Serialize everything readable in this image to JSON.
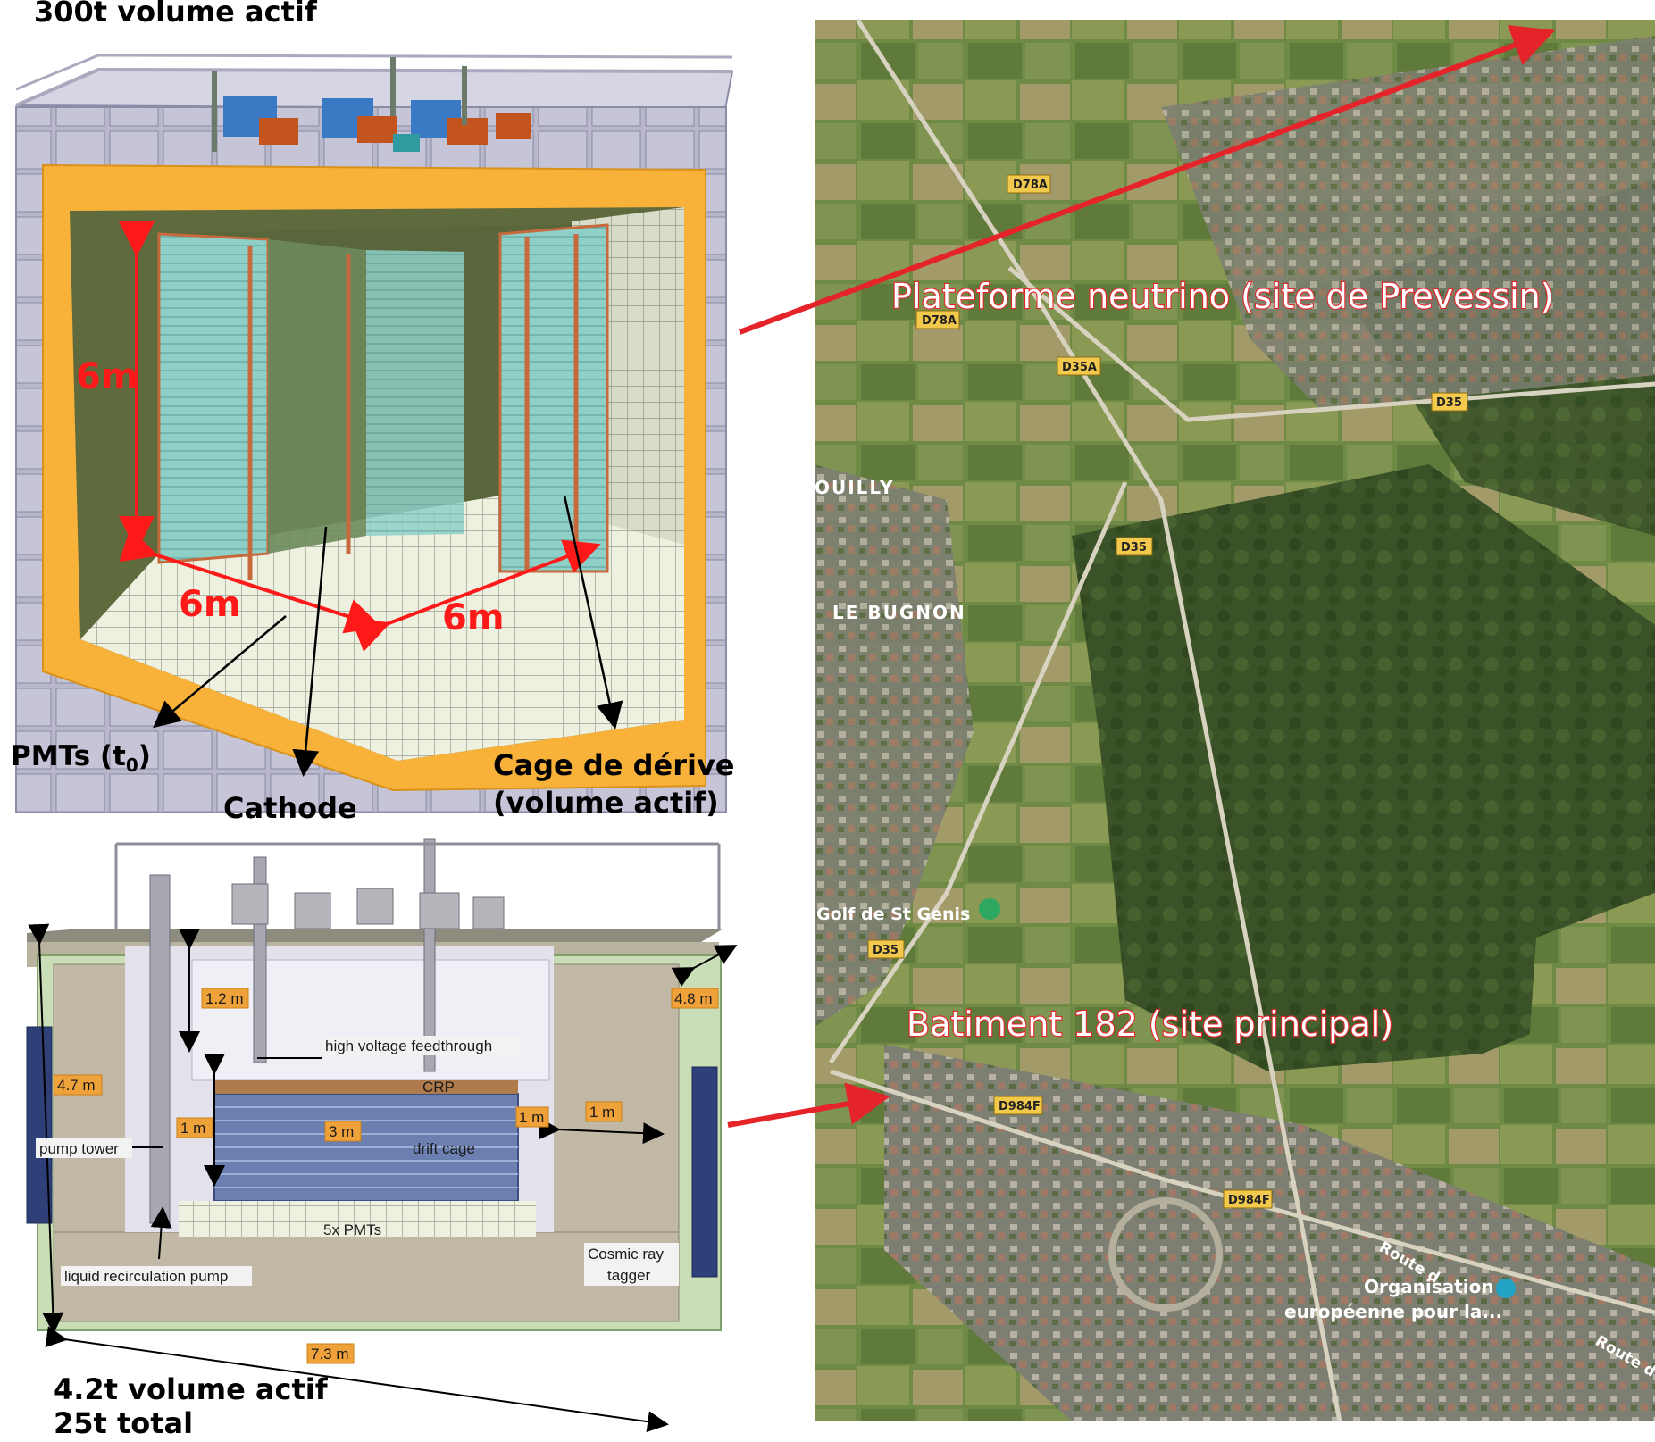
{
  "top_detector": {
    "title": "300t volume actif",
    "dimensions": [
      "6m",
      "6m",
      "6m"
    ],
    "labels": {
      "pmts": "PMTs (t",
      "pmts_sub": "0",
      "pmts_end": ")",
      "cathode": "Cathode",
      "cage_line1": "Cage de dérive",
      "cage_line2": "(volume actif)"
    }
  },
  "bottom_detector": {
    "title_line1": "4.2t volume actif",
    "title_line2": "25t total",
    "dimension_tags": [
      "1.2 m",
      "4.8 m",
      "4.7 m",
      "1 m",
      "3 m",
      "1 m",
      "1 m",
      "7.3 m"
    ],
    "annotations": {
      "hv": "high voltage feedthrough",
      "crp": "CRP",
      "pump_tower": "pump tower",
      "drift_cage": "drift cage",
      "pmts": "5x PMTs",
      "pump": "liquid recirculation pump",
      "cosmic1": "Cosmic ray",
      "cosmic2": "tagger"
    }
  },
  "map": {
    "site_north": "Plateforme neutrino (site de Prevessin)",
    "site_main": "Batiment 182 (site principal)",
    "roads": [
      "D78A",
      "D78A",
      "D35A",
      "D35",
      "D35",
      "D35",
      "D984F",
      "D984F"
    ],
    "places": [
      "OUILLY",
      "LE BUGNON"
    ],
    "golf": "Golf de St Genis",
    "org_line1": "Organisation",
    "org_line2": "européenne pour la...",
    "route1": "Route d",
    "route2": "Route d"
  },
  "colors": {
    "arrow_red": "#e5242a",
    "frame_orange": "#f8b23a",
    "steel": "#b9b8cc",
    "map_green": "#3f5a2a"
  }
}
